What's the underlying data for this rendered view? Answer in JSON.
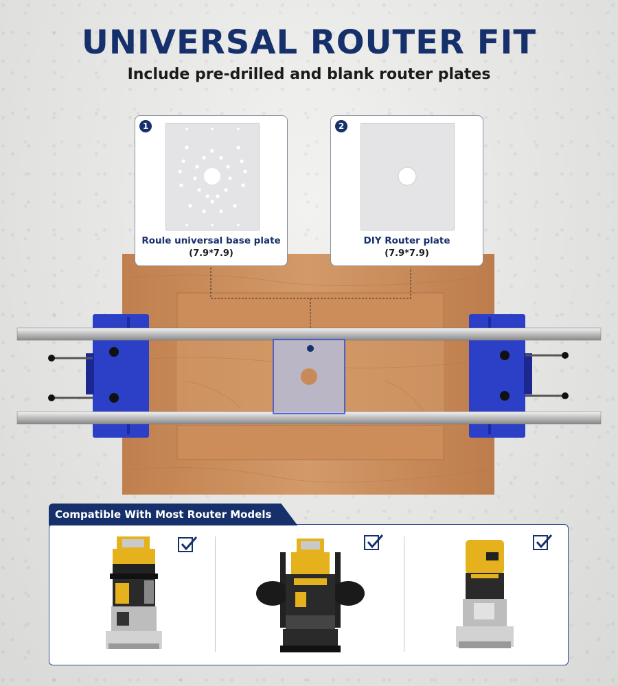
{
  "header": {
    "title": "UNIVERSAL ROUTER FIT",
    "subtitle": "Include pre-drilled and blank router plates"
  },
  "plates": [
    {
      "number": "1",
      "name": "Roule universal base plate",
      "size": "(7.9*7.9)"
    },
    {
      "number": "2",
      "name": "DIY Router plate",
      "size": "(7.9*7.9)"
    }
  ],
  "compatible": {
    "heading": "Compatible With Most Router Models",
    "routers": [
      {
        "icon": "compact-router-icon",
        "checked": true
      },
      {
        "icon": "plunge-router-icon",
        "checked": true
      },
      {
        "icon": "trim-router-icon",
        "checked": true
      }
    ]
  },
  "colors": {
    "brand_navy": "#15306a",
    "jig_blue": "#2b3fc7",
    "wood": "#c98a5a"
  }
}
